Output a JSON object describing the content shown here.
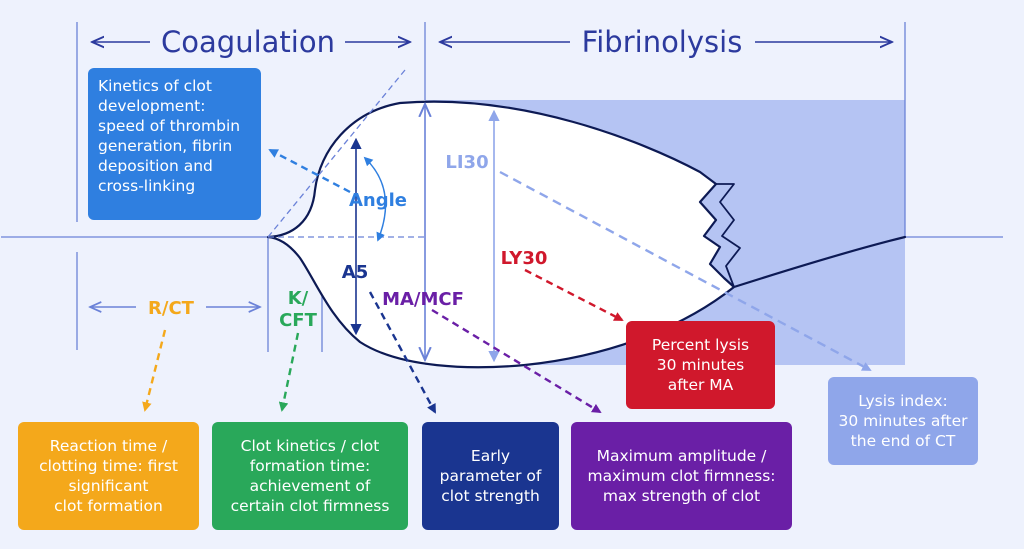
{
  "header": {
    "coagulation": "Coagulation",
    "fibrinolysis": "Fibrinolysis"
  },
  "labels": {
    "angle": "Angle",
    "li30": "LI30",
    "ly30": "LY30",
    "a5": "A5",
    "ma_mcf": "MA/MCF",
    "r_ct": "R/CT",
    "k_line1": "K/",
    "k_line2": "CFT"
  },
  "boxes": {
    "kinetics": "Kinetics of clot\ndevelopment:\nspeed of thrombin\ngeneration, fibrin\ndeposition and\ncross-linking",
    "percent_lysis": "Percent lysis\n30 minutes\nafter MA",
    "lysis_index": "Lysis index:\n30 minutes after\nthe end of CT",
    "reaction_time": "Reaction time /\nclotting time: first\nsignificant\nclot formation",
    "clot_kinetics": "Clot kinetics / clot\nformation time:\nachievement of\ncertain clot firmness",
    "early_param": "Early\nparameter of\nclot strength",
    "max_amplitude": "Maximum amplitude /\nmaximum clot firmness:\nmax strength of clot"
  },
  "colors": {
    "background": "#eef2fd",
    "title_blue": "#2c3a9e",
    "kinetics": "#2f7fe0",
    "angle": "#2f7fe0",
    "li30": "#8fa6ea",
    "ly30": "#d0182c",
    "a5": "#1a3590",
    "ma_mcf": "#6a1fa6",
    "r_ct": "#f4a81b",
    "k_cft": "#29a85a",
    "lysis_band": "#b5c4f3",
    "lysis_index_box": "#8fa6ea"
  }
}
